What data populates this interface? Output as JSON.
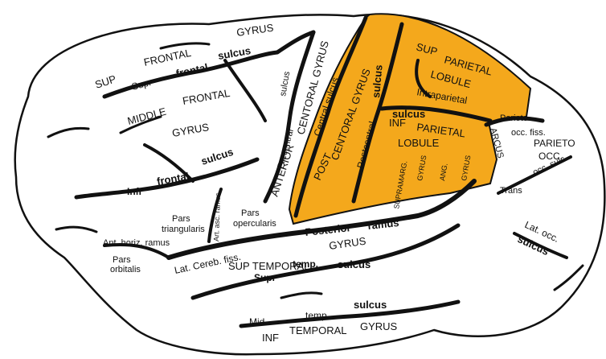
{
  "colors": {
    "background": "#ffffff",
    "brain_fill": "#ffffff",
    "outline": "#111111",
    "parietal_highlight": "#f4a81c"
  },
  "labels": {
    "sup_frontal": "SUP",
    "frontal_top": "FRONTAL",
    "gyrus_top": "GYRUS",
    "supr_frontal_supr": "Supr",
    "supr_frontal_frontal": "frontal",
    "sulcus_sup_frontal": "sulcus",
    "middle": "MIDDLE",
    "frontal_mid": "FRONTAL",
    "gyrus_mid": "GYRUS",
    "infr": "Infr",
    "frontal_inf": "frontal",
    "sulcus_inf": "sulcus",
    "sulcus_precentral_top": "sulcus",
    "precentral": "Precentral",
    "anterior": "ANTERIOR",
    "central_gyrus_ant": "CENTORAL GYRUS",
    "central_sulcus": "Central sulcus",
    "post": "POST",
    "central_gyrus_post": "CENTORAL GYRUS",
    "postcentral": "Postcentral",
    "sulcus_postcentral": "sulcus",
    "sup_parietal_sup": "SUP",
    "sup_parietal_parietal": "PARIETAL",
    "lobule_sup": "LOBULE",
    "intraparietal": "Intraparietal",
    "sulcus_intraparietal": "sulcus",
    "inf": "INF",
    "parietal_inf": "PARIETAL",
    "lobule_inf": "LOBULE",
    "supramarg": "SUPRAMARG.",
    "gyrus_supramarg": "GYRUS",
    "ang": "ANG.",
    "gyrus_ang": "GYRUS",
    "arcus": "ARCUS",
    "parieto": "Parieto",
    "occ_fiss": "occ. fiss.",
    "parieto_occ_1": "PARIETO",
    "parieto_occ_2": "OCC.",
    "trans": "Trans",
    "occ_sulc": "occ. sulc.",
    "lat_occ": "Lat. occ.",
    "sulcus_lat_occ": "sulcus",
    "pars_triangularis_1": "Pars",
    "pars_triangularis_2": "triangularis",
    "art_asc_ramus": "Art. asc. ramus",
    "pars_opercularis_1": "Pars",
    "pars_opercularis_2": "opercularis",
    "ant_horiz_ramus": "Ant. horiz. ramus",
    "pars_orbitalis_1": "Pars",
    "pars_orbitalis_2": "orbitalis",
    "posterior": "Posterior",
    "ramus": "ramus",
    "lat_cereb_fiss": "Lat. Cereb. fiss.",
    "sup_temporal": "SUP TEMPORAL",
    "gyrus_sup_temporal": "GYRUS",
    "supr_temp": "Supr",
    "temp_supr": "temp.",
    "sulcus_supr_temp": "sulcus",
    "mid": "Mid.",
    "temp_mid": "temp.",
    "sulcus_mid_temp": "sulcus",
    "inf_temporal": "INF",
    "temporal_inf": "TEMPORAL",
    "gyrus_inf_temporal": "GYRUS"
  }
}
